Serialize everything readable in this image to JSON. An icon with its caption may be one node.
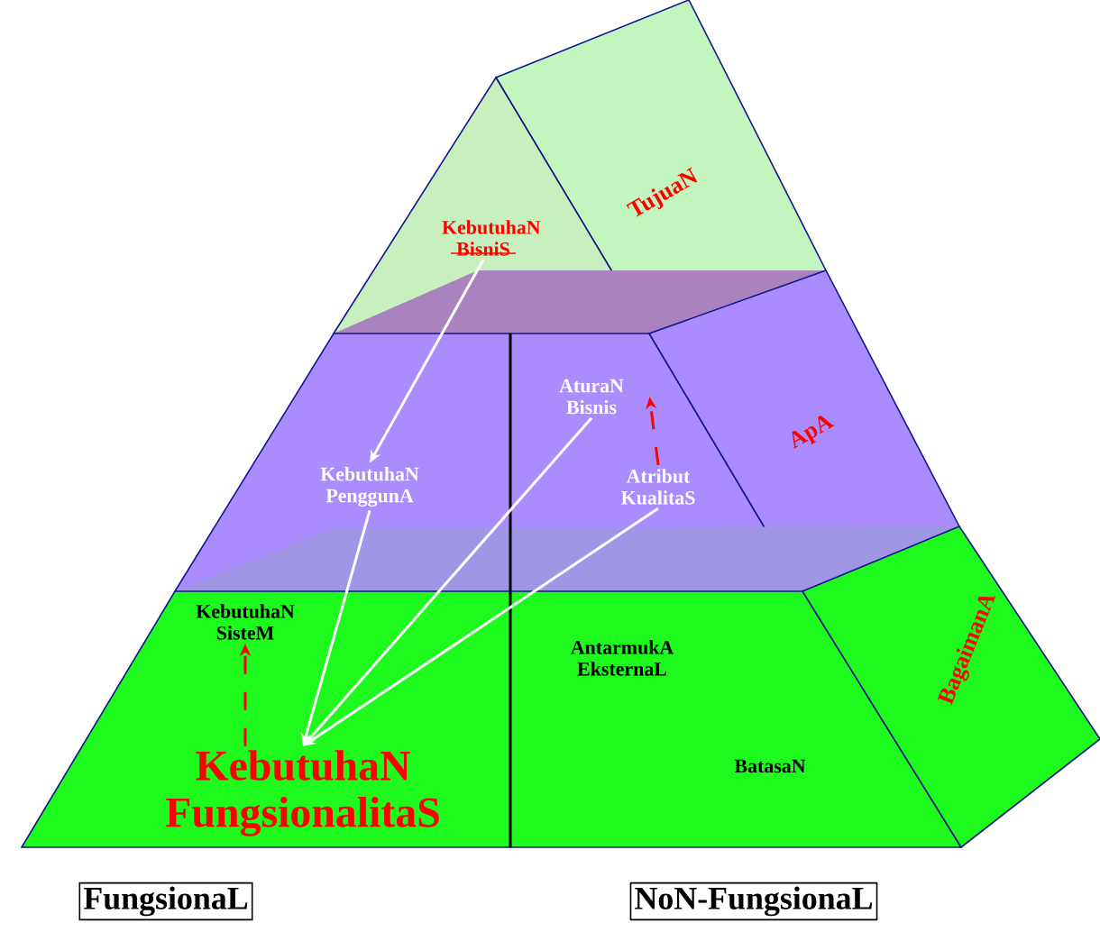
{
  "diagram": {
    "nodes": [
      {
        "text": [
          "KebutuhaN BisniS"
        ]
      },
      {
        "text": [
          "KebutuhaN PenggunA"
        ]
      },
      {
        "text": [
          "AturaN Bisnis"
        ]
      },
      {
        "text": [
          "Atribut KualitaS"
        ]
      },
      {
        "text": [
          "KebutuhaN SisteM"
        ]
      },
      {
        "text": [
          "KebutuhaN FungsionalitaS"
        ]
      },
      {
        "text": [
          "FungsionaL"
        ]
      },
      {
        "text": [
          "NoN-FungsionaL"
        ]
      }
    ],
    "edges": [
      {
        "from": 0,
        "to": 1,
        "arrow": "to"
      },
      {
        "from": 1,
        "to": 5,
        "arrow": "to"
      },
      {
        "from": 2,
        "to": 5,
        "arrow": "to"
      },
      {
        "from": 3,
        "to": 5,
        "arrow": "to"
      },
      {
        "from": 3,
        "to": 2,
        "arrow": "to",
        "style": "dashed",
        "color": "#ff0000"
      },
      {
        "from": 5,
        "to": 4,
        "arrow": "to",
        "style": "dashed",
        "color": "#ff0000"
      }
    ],
    "labels": [
      "TujuaN",
      "ApA",
      "AntarmukA EksternaL",
      "BatasaN",
      "BagaimanA"
    ]
  }
}
